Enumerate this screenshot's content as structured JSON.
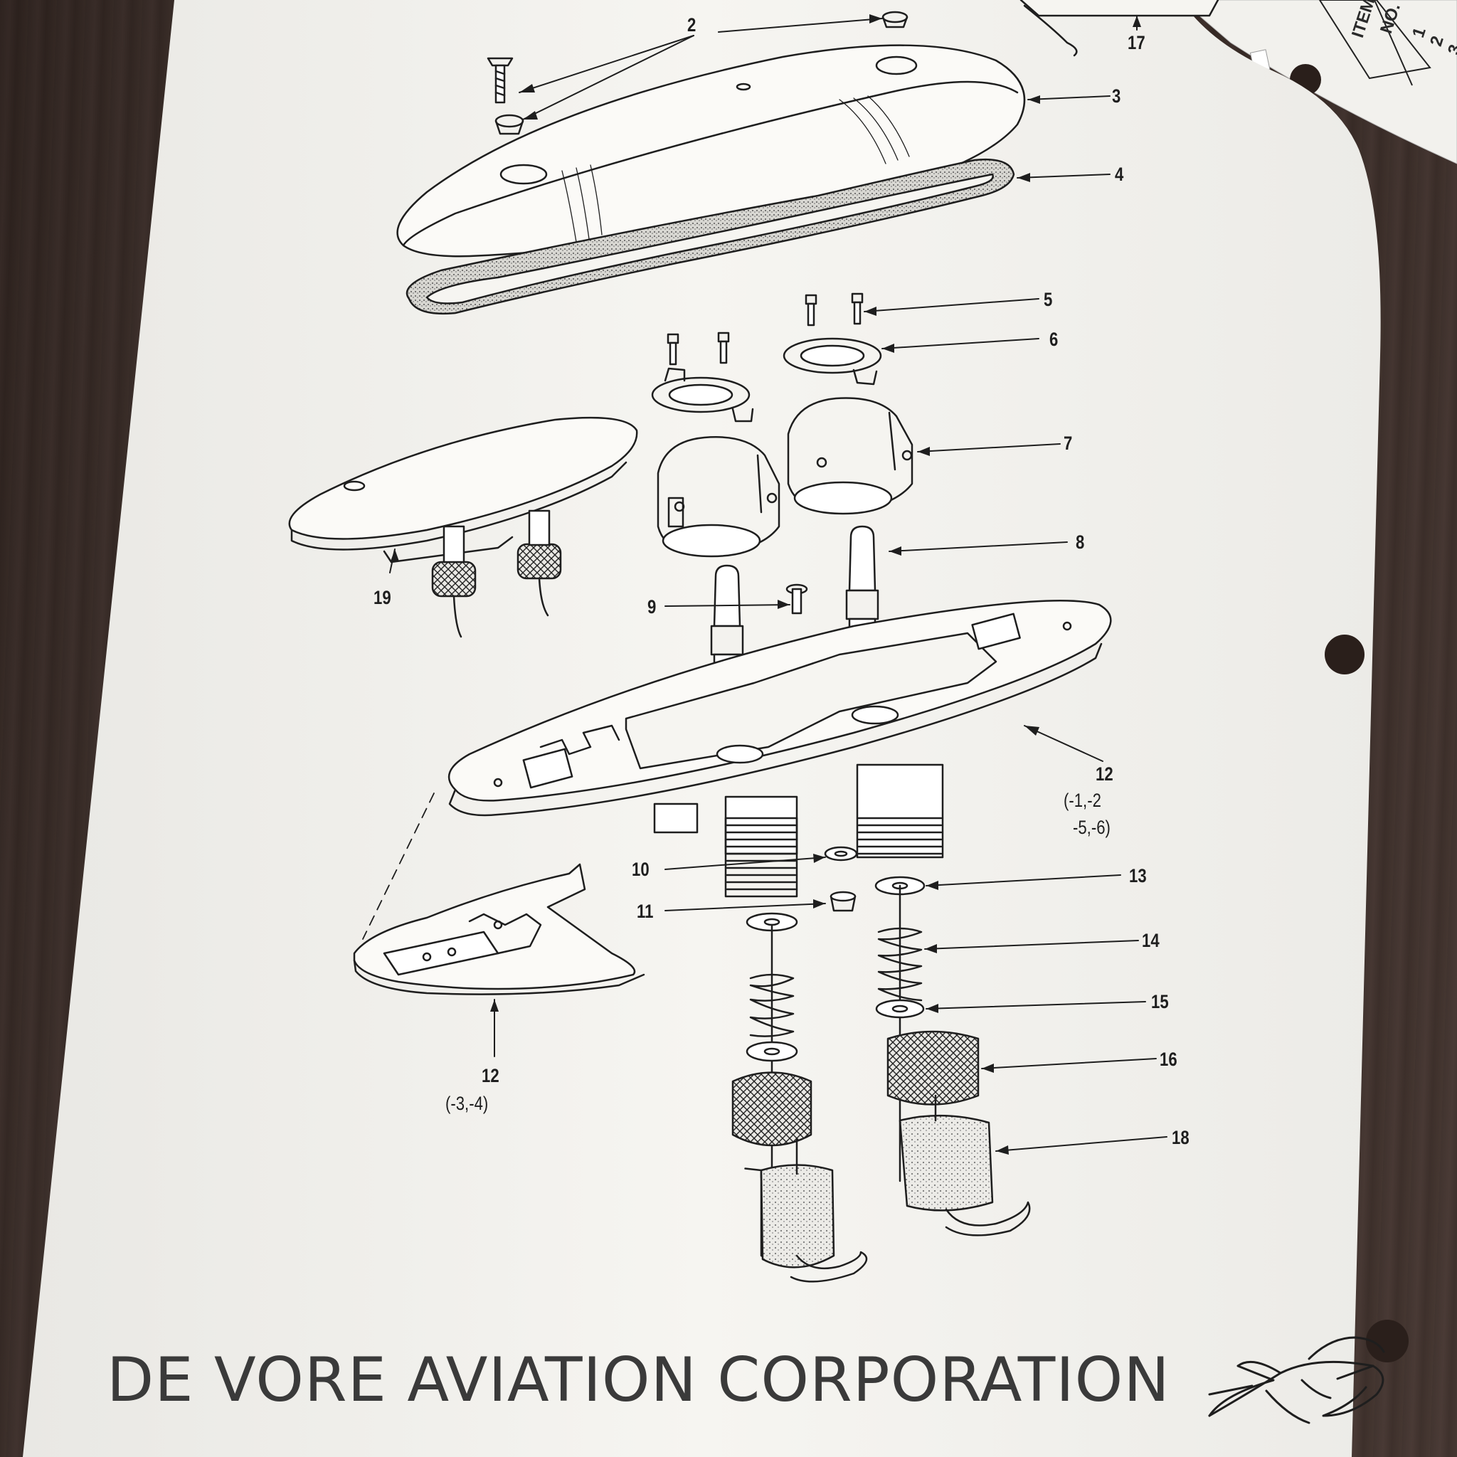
{
  "callouts": [
    {
      "id": "c2",
      "text": "2"
    },
    {
      "id": "c3",
      "text": "3"
    },
    {
      "id": "c4",
      "text": "4"
    },
    {
      "id": "c5",
      "text": "5"
    },
    {
      "id": "c6",
      "text": "6"
    },
    {
      "id": "c7",
      "text": "7"
    },
    {
      "id": "c8",
      "text": "8"
    },
    {
      "id": "c9",
      "text": "9"
    },
    {
      "id": "c10",
      "text": "10"
    },
    {
      "id": "c11",
      "text": "11"
    },
    {
      "id": "c12a",
      "text": "12"
    },
    {
      "id": "c12a_sub1",
      "text": "(-1,-2"
    },
    {
      "id": "c12a_sub2",
      "text": "-5,-6)"
    },
    {
      "id": "c12b",
      "text": "12"
    },
    {
      "id": "c12b_sub",
      "text": "(-3,-4)"
    },
    {
      "id": "c13",
      "text": "13"
    },
    {
      "id": "c14",
      "text": "14"
    },
    {
      "id": "c15",
      "text": "15"
    },
    {
      "id": "c16",
      "text": "16"
    },
    {
      "id": "c17",
      "text": "17"
    },
    {
      "id": "c18",
      "text": "18"
    },
    {
      "id": "c19",
      "text": "19"
    }
  ],
  "footer": {
    "company": "DE VORE AVIATION CORPORATION",
    "logo_icon": "dart-logo-icon"
  },
  "side_sheet": {
    "header_item": "ITEM",
    "header_no": "NO.",
    "rows": [
      "1",
      "2",
      "3"
    ]
  },
  "colors": {
    "paper": "#f4f3ef",
    "ink": "#1e1e1e",
    "table": "#3d2f2a"
  }
}
